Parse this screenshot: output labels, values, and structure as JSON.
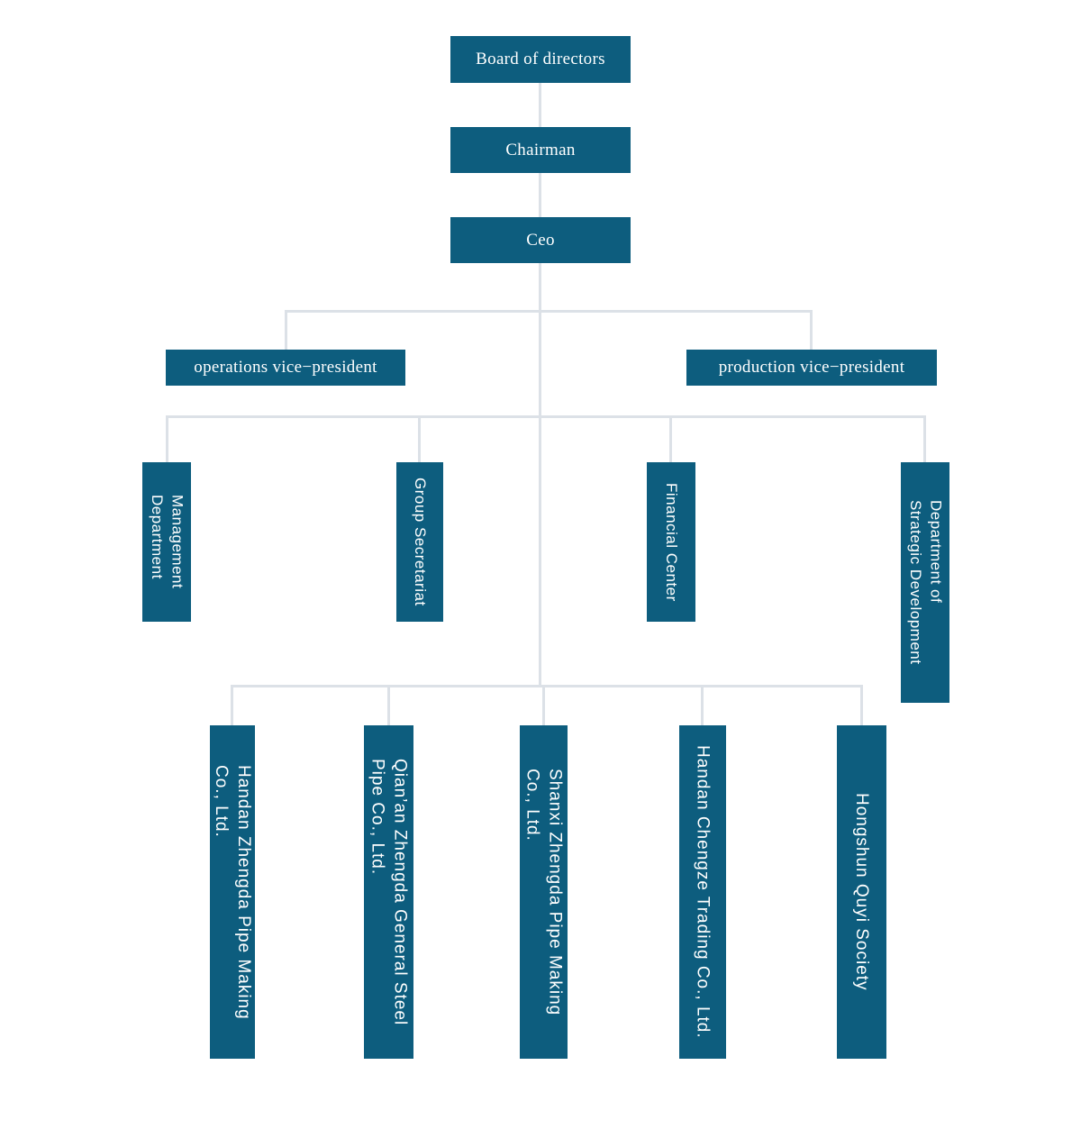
{
  "diagram": {
    "type": "organization-chart",
    "colors": {
      "node_fill": "#0d5d7e",
      "node_text": "#ffffff",
      "connector": "#dce1e7",
      "background": "#ffffff"
    },
    "nodes": {
      "board": {
        "label": "Board of directors"
      },
      "chairman": {
        "label": "Chairman"
      },
      "ceo": {
        "label": "Ceo"
      },
      "ops_vp": {
        "label": "operations vice−president"
      },
      "prod_vp": {
        "label": "production vice−president"
      },
      "mgmt": {
        "label": "Management\nDepartment"
      },
      "secretariat": {
        "label": "Group Secretariat"
      },
      "financial": {
        "label": "Financial Center"
      },
      "strategic": {
        "label": "Department of\nStrategic Development"
      },
      "handan_pipe": {
        "label": "Handan Zhengda Pipe Making\nCo., Ltd."
      },
      "qianan_pipe": {
        "label": "Qian’an Zhengda General Steel\nPipe Co., Ltd."
      },
      "shanxi_pipe": {
        "label": "Shanxi Zhengda Pipe Making\nCo., Ltd."
      },
      "chengze": {
        "label": "Handan Chengze Trading Co., Ltd."
      },
      "hongshun": {
        "label": "Hongshun Quyi Society"
      }
    },
    "edges": [
      [
        "board",
        "chairman"
      ],
      [
        "chairman",
        "ceo"
      ],
      [
        "ceo",
        "ops_vp"
      ],
      [
        "ceo",
        "prod_vp"
      ],
      [
        "ceo",
        "mgmt"
      ],
      [
        "ceo",
        "secretariat"
      ],
      [
        "ceo",
        "financial"
      ],
      [
        "ceo",
        "strategic"
      ],
      [
        "ceo",
        "handan_pipe"
      ],
      [
        "ceo",
        "qianan_pipe"
      ],
      [
        "ceo",
        "shanxi_pipe"
      ],
      [
        "ceo",
        "chengze"
      ],
      [
        "ceo",
        "hongshun"
      ]
    ]
  }
}
